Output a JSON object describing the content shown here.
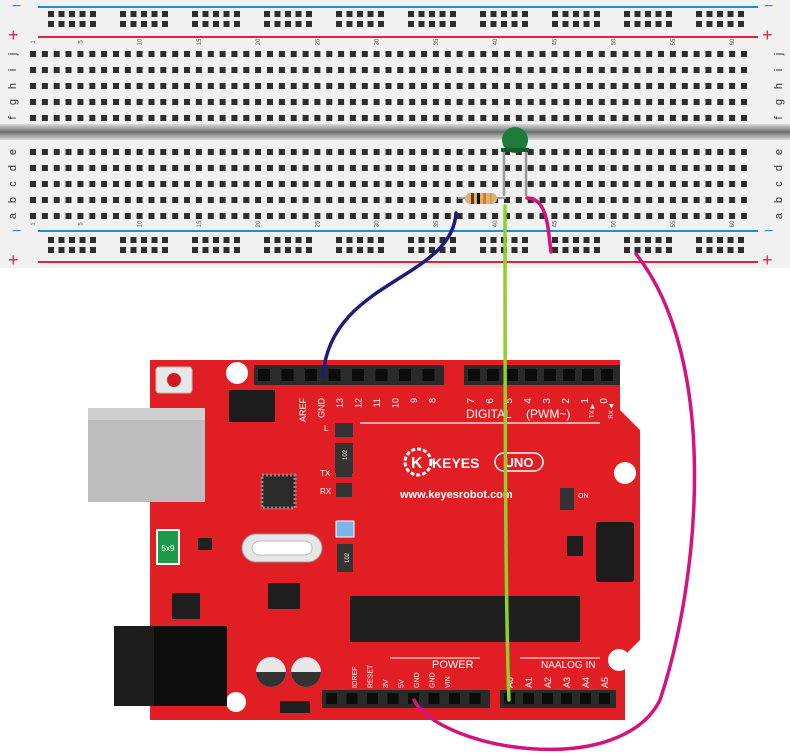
{
  "breadboard": {
    "rail_plus": "+",
    "rail_minus": "−",
    "row_letters_top": [
      "j",
      "i",
      "h",
      "g",
      "f"
    ],
    "row_letters_bottom": [
      "e",
      "d",
      "c",
      "b",
      "a"
    ],
    "column_numbers": [
      "1",
      "5",
      "10",
      "15",
      "20",
      "25",
      "30",
      "35",
      "40",
      "45",
      "50",
      "55",
      "60"
    ],
    "colors": {
      "board": "#f1f1f1",
      "hole": "#2d2d2d",
      "rail_red": "#e0233b",
      "rail_blue": "#1b8fd6",
      "channel": "#8a8a8a"
    }
  },
  "arduino": {
    "brand": "KEYES",
    "model": "UNO",
    "website": "www.keyesrobot.com",
    "digital_label": "DIGITAL",
    "pwm_label": "(PWM~)",
    "power_label": "POWER",
    "analog_label": "NAALOG  IN",
    "on_label": "ON",
    "led_l": "L",
    "led_tx": "TX",
    "led_rx": "RX",
    "chip_code": "102",
    "fuse_label": "5x9",
    "top_left_pins": [
      "AREF",
      "GND",
      "13",
      "12",
      "11",
      "10",
      "9",
      "8"
    ],
    "top_right_pins": [
      "7",
      "6",
      "5",
      "4",
      "3",
      "2",
      "1",
      "0"
    ],
    "tx_rx": [
      "TX ▶",
      "RX ◀"
    ],
    "power_pins": [
      "IOREF",
      "RESET",
      "3V",
      "5V",
      "GND",
      "GND",
      "VIN"
    ],
    "analog_pins": [
      "A0",
      "A1",
      "A2",
      "A3",
      "A4",
      "A5"
    ],
    "colors": {
      "board": "#e21e25",
      "header": "#2a2a2a",
      "silk": "#ffffff"
    }
  },
  "wires": {
    "gnd_wire": "#1c1c7a",
    "a0_wire": "#8fd12a",
    "vcc_wire": "#d4147e"
  },
  "components": {
    "sensor_color": "#1e7a3a",
    "resistor_color": "#d9b07a"
  }
}
